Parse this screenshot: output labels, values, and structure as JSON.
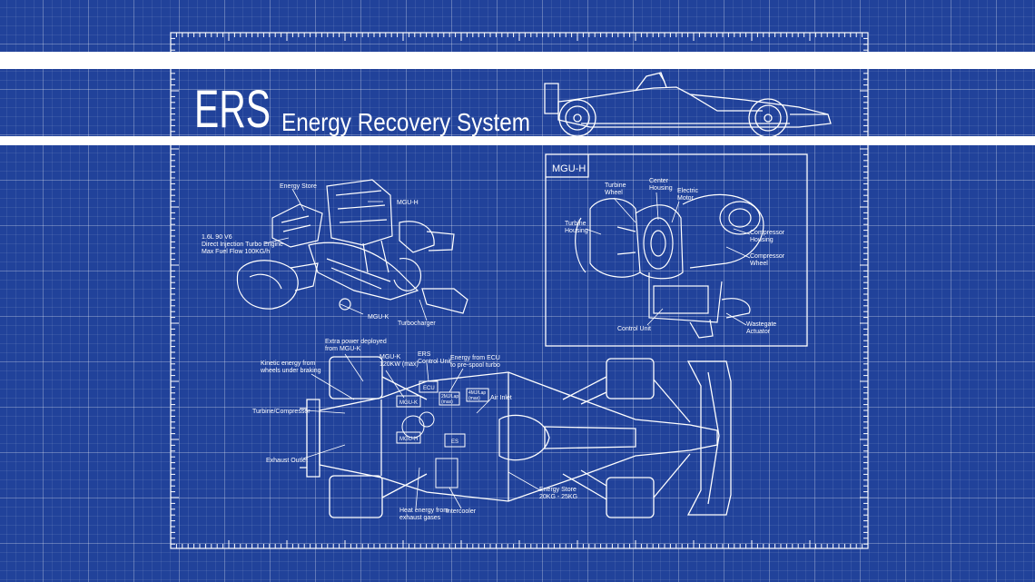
{
  "title": {
    "abbr": "ERS",
    "full": "Energy Recovery System"
  },
  "mguh_panel": {
    "title": "MGU-H",
    "labels": [
      {
        "id": "turbine-wheel",
        "lines": [
          "Turbine",
          "Wheel"
        ]
      },
      {
        "id": "center-housing",
        "lines": [
          "Center",
          "Housing"
        ]
      },
      {
        "id": "electric-motor",
        "lines": [
          "Electric",
          "Motor"
        ]
      },
      {
        "id": "turbine-housing",
        "lines": [
          "Turbine",
          "Housing"
        ]
      },
      {
        "id": "compressor-housing",
        "lines": [
          "Compressor",
          "Housing"
        ]
      },
      {
        "id": "compressor-wheel",
        "lines": [
          "Compressor",
          "Wheel"
        ]
      },
      {
        "id": "control-unit",
        "lines": [
          "Control Unit"
        ]
      },
      {
        "id": "wastegate-actuator",
        "lines": [
          "Wastegate",
          "Actuator"
        ]
      }
    ]
  },
  "engine_labels": [
    {
      "id": "energy-store",
      "lines": [
        "Energy Store"
      ]
    },
    {
      "id": "mgu-h",
      "lines": [
        "MGU-H"
      ]
    },
    {
      "id": "engine-spec",
      "lines": [
        "1.6L 90 V6",
        "Direct Injection Turbo Engine",
        "Max Fuel Flow 100KG/h"
      ]
    },
    {
      "id": "mgu-k",
      "lines": [
        "MGU-K"
      ]
    },
    {
      "id": "turbocharger",
      "lines": [
        "Turbocharger"
      ]
    }
  ],
  "car_labels": [
    {
      "id": "extra-power",
      "lines": [
        "Extra power deployed",
        "from MGU-K"
      ]
    },
    {
      "id": "kinetic-energy",
      "lines": [
        "Kinetic energy from",
        "wheels under braking"
      ]
    },
    {
      "id": "mguk-power",
      "lines": [
        "MGU-K",
        "120KW (max)"
      ]
    },
    {
      "id": "ers-control",
      "lines": [
        "ERS",
        "Control Unit"
      ]
    },
    {
      "id": "energy-from-ecu",
      "lines": [
        "Energy from ECU",
        "to pre-spool turbo"
      ]
    },
    {
      "id": "air-inlet",
      "lines": [
        "Air Inlet"
      ]
    },
    {
      "id": "turbine-compressor",
      "lines": [
        "Turbine/Compressor"
      ]
    },
    {
      "id": "exhaust-outlet",
      "lines": [
        "Exhaust Outlet"
      ]
    },
    {
      "id": "heat-energy",
      "lines": [
        "Heat energy from",
        "exhaust gases"
      ]
    },
    {
      "id": "intercooler",
      "lines": [
        "Intercooler"
      ]
    },
    {
      "id": "energy-store-weight",
      "lines": [
        "Energy Store",
        "20KG - 25KG"
      ]
    }
  ],
  "car_component_tags": {
    "ecu": "ECU",
    "mgu_k": "MGU-K",
    "mgu_h": "MGU-H",
    "es": "ES",
    "lap_limit_2": [
      "2MJ/Lap",
      "(max)"
    ],
    "lap_limit_4": [
      "4MJ/Lap",
      "(max)"
    ]
  }
}
